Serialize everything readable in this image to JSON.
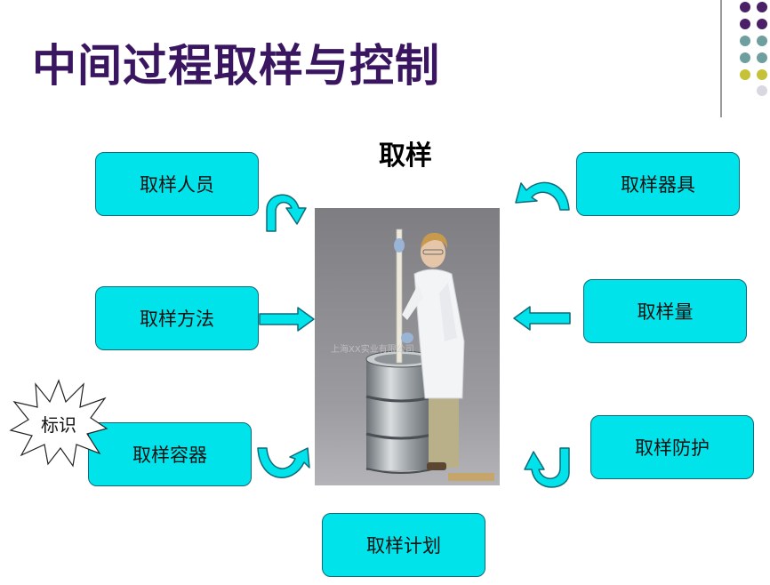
{
  "title": "中间过程取样与控制",
  "center_label": "取样",
  "boxes": {
    "personnel": "取样人员",
    "method": "取样方法",
    "container": "取样容器",
    "tools": "取样器具",
    "quantity": "取样量",
    "protection": "取样防护",
    "plan": "取样计划"
  },
  "burst_label": "标识",
  "photo_watermark": "上海XX实业有限公司",
  "colors": {
    "title": "#3a1560",
    "box_fill": "#00e3ea",
    "box_border": "#0e6b7a",
    "arrow_fill": "#00e3ea"
  }
}
